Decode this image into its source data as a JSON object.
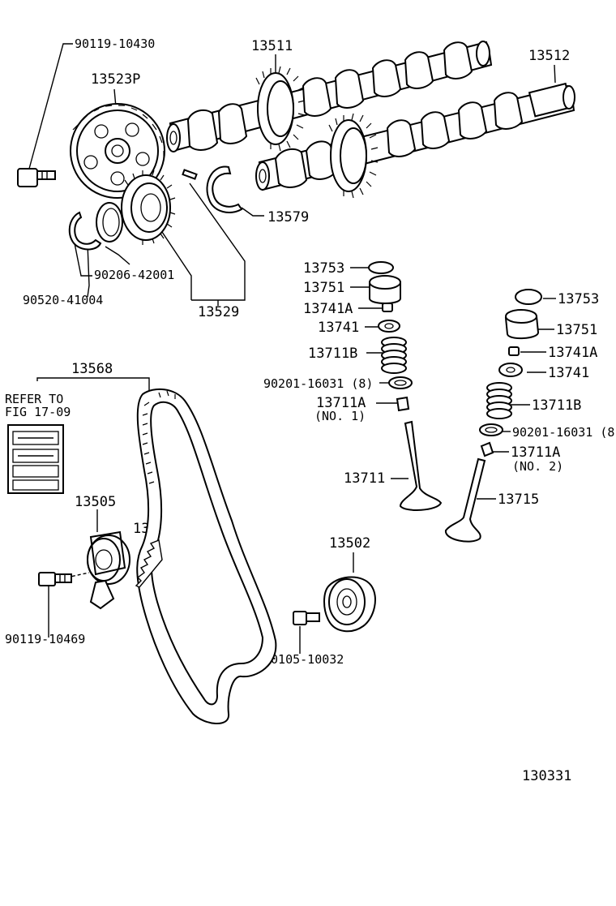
{
  "diagram_id": "130331",
  "refer_note": [
    "REFER TO",
    "FIG 17-09"
  ],
  "parts": {
    "p90119_10430": "90119-10430",
    "p13523P": "13523P",
    "p13511": "13511",
    "p13512": "13512",
    "p13579": "13579",
    "p90206_42001": "90206-42001",
    "p90520_41004": "90520-41004",
    "p13529": "13529",
    "p13753_left": "13753",
    "p13751_left": "13751",
    "p13741A_left": "13741A",
    "p13741_left": "13741",
    "p13711B_left": "13711B",
    "p90201_16031_left": "90201-16031 (8)",
    "p13711A_left": "13711A",
    "no1": "(NO. 1)",
    "p13711": "13711",
    "p13753_right": "13753",
    "p13751_right": "13751",
    "p13741A_right": "13741A",
    "p13741_right": "13741",
    "p13711B_right": "13711B",
    "p90201_16031_right": "90201-16031 (8",
    "p13711A_right": "13711A",
    "no2": "(NO. 2)",
    "p13715": "13715",
    "p13568": "13568",
    "p13505": "13505",
    "p13505A": "13505A",
    "p90119_10469": "90119-10469",
    "p13502": "13502",
    "p90105_10032": "90105-10032"
  }
}
